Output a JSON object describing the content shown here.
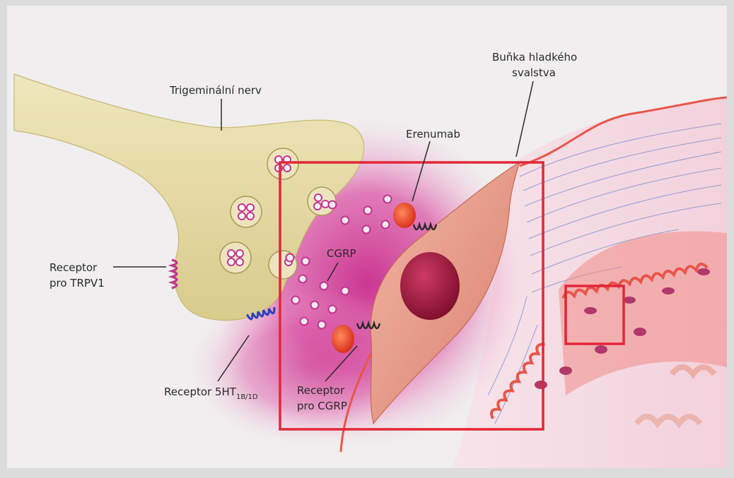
{
  "labels": {
    "trigeminal_nerve": "Trigeminální nerv",
    "smooth_muscle_cell_line1": "Buňka hladkého",
    "smooth_muscle_cell_line2": "svalstva",
    "erenumab": "Erenumab",
    "cgrp": "CGRP",
    "trpv1_line1": "Receptor",
    "trpv1_line2": "pro TRPV1",
    "serotonin_receptor": "Receptor 5HT",
    "serotonin_receptor_subscript": "1B/1D",
    "cgrp_receptor_line1": "Receptor",
    "cgrp_receptor_line2": "pro CGRP"
  },
  "colors": {
    "nerve": "#e4d9a3",
    "magenta_cloud": "#d5389a",
    "muscle_cell": "#e8a08f",
    "nucleus": "#a0163d",
    "erenumab": "#e8472a",
    "highlight_box": "#e22638",
    "vessel": "#e8564a"
  }
}
